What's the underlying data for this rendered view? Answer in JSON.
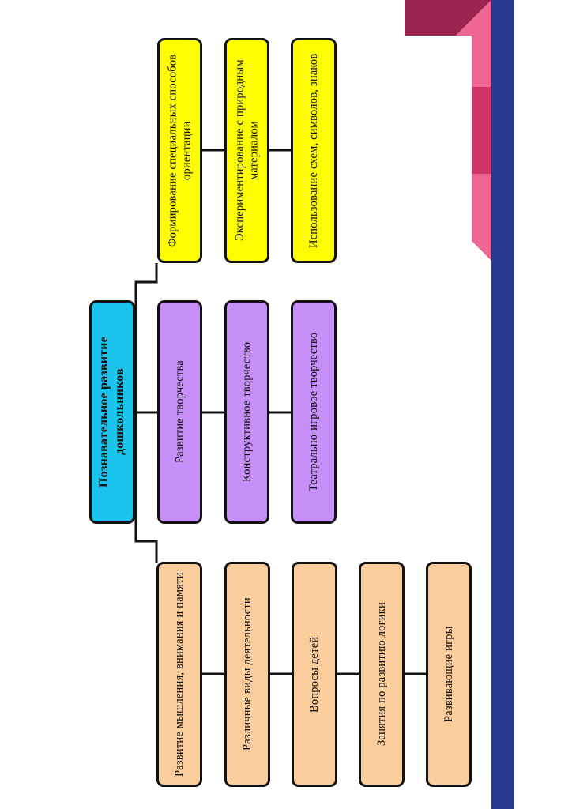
{
  "colors": {
    "root": "#19c3ec",
    "purple": "#c58ff7",
    "yellow": "#fdfc02",
    "orange": "#fbcd9c",
    "blue_bar": "#2a3990",
    "maroon": "#9b2450",
    "pink": "#ef6592",
    "magenta": "#d03468"
  },
  "root": {
    "label": "Познавательное развитие дошкольников"
  },
  "yellow_group": [
    {
      "label": "Формирование специальных способов ориентации"
    },
    {
      "label": "Экспериментирование с природным материалом"
    },
    {
      "label": "Использование схем, символов, знаков"
    }
  ],
  "purple_group": [
    {
      "label": "Развитие творчества"
    },
    {
      "label": "Конструктивное творчество"
    },
    {
      "label": "Театрально-игровое творчество"
    }
  ],
  "orange_group": [
    {
      "label": "Развитие мышления, внимания и памяти"
    },
    {
      "label": "Различные виды деятельности"
    },
    {
      "label": "Вопросы детей"
    },
    {
      "label": "Занятия по развитию логики"
    },
    {
      "label": "Развивающие игры"
    }
  ]
}
